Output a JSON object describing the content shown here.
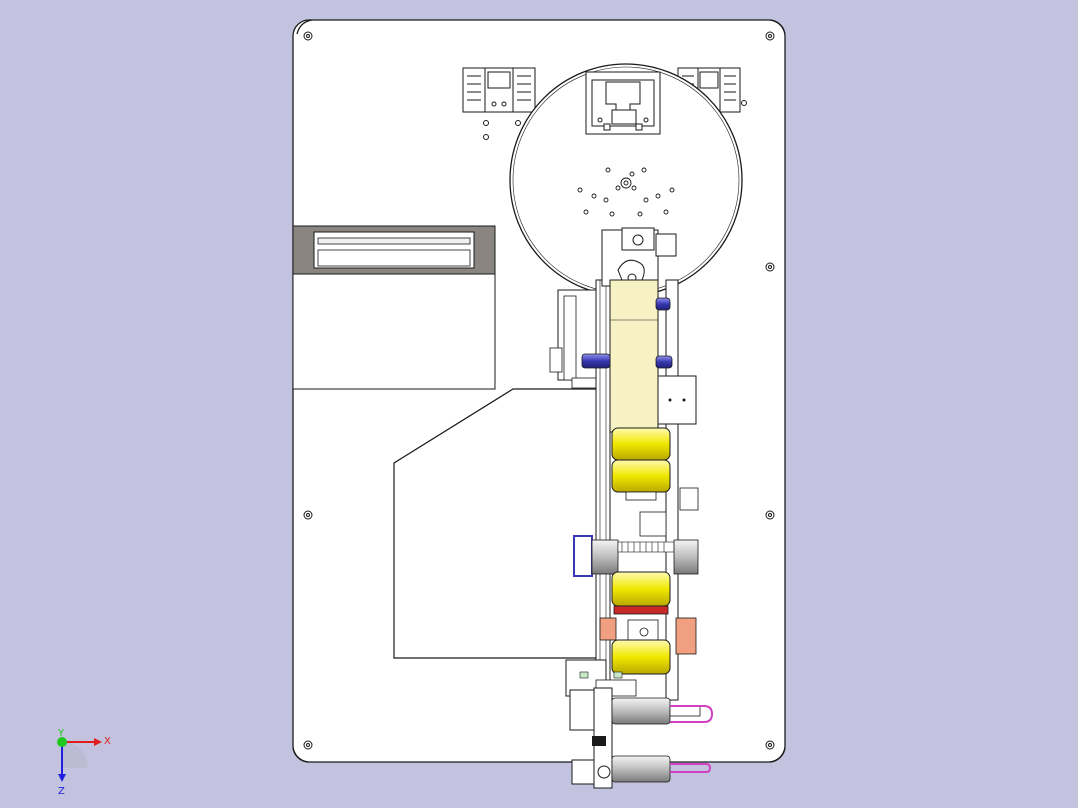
{
  "viewport": {
    "background": "#c3c3df",
    "plate_fill": "#ffffff",
    "stroke": "#1a1a1a",
    "accent_yellow": "#f3f0a0",
    "accent_yellow_bright": "#e8e600",
    "accent_blue": "#5050c8",
    "accent_red": "#c82828",
    "accent_salmon": "#f0a080",
    "accent_magenta": "#d040c0",
    "accent_gray": "#8a8580"
  },
  "triad": {
    "x_label": "X",
    "y_label": "Y",
    "z_label": "Z",
    "x_color": "#e01e1e",
    "y_color": "#1ec81e",
    "z_color": "#1e1ee0"
  }
}
